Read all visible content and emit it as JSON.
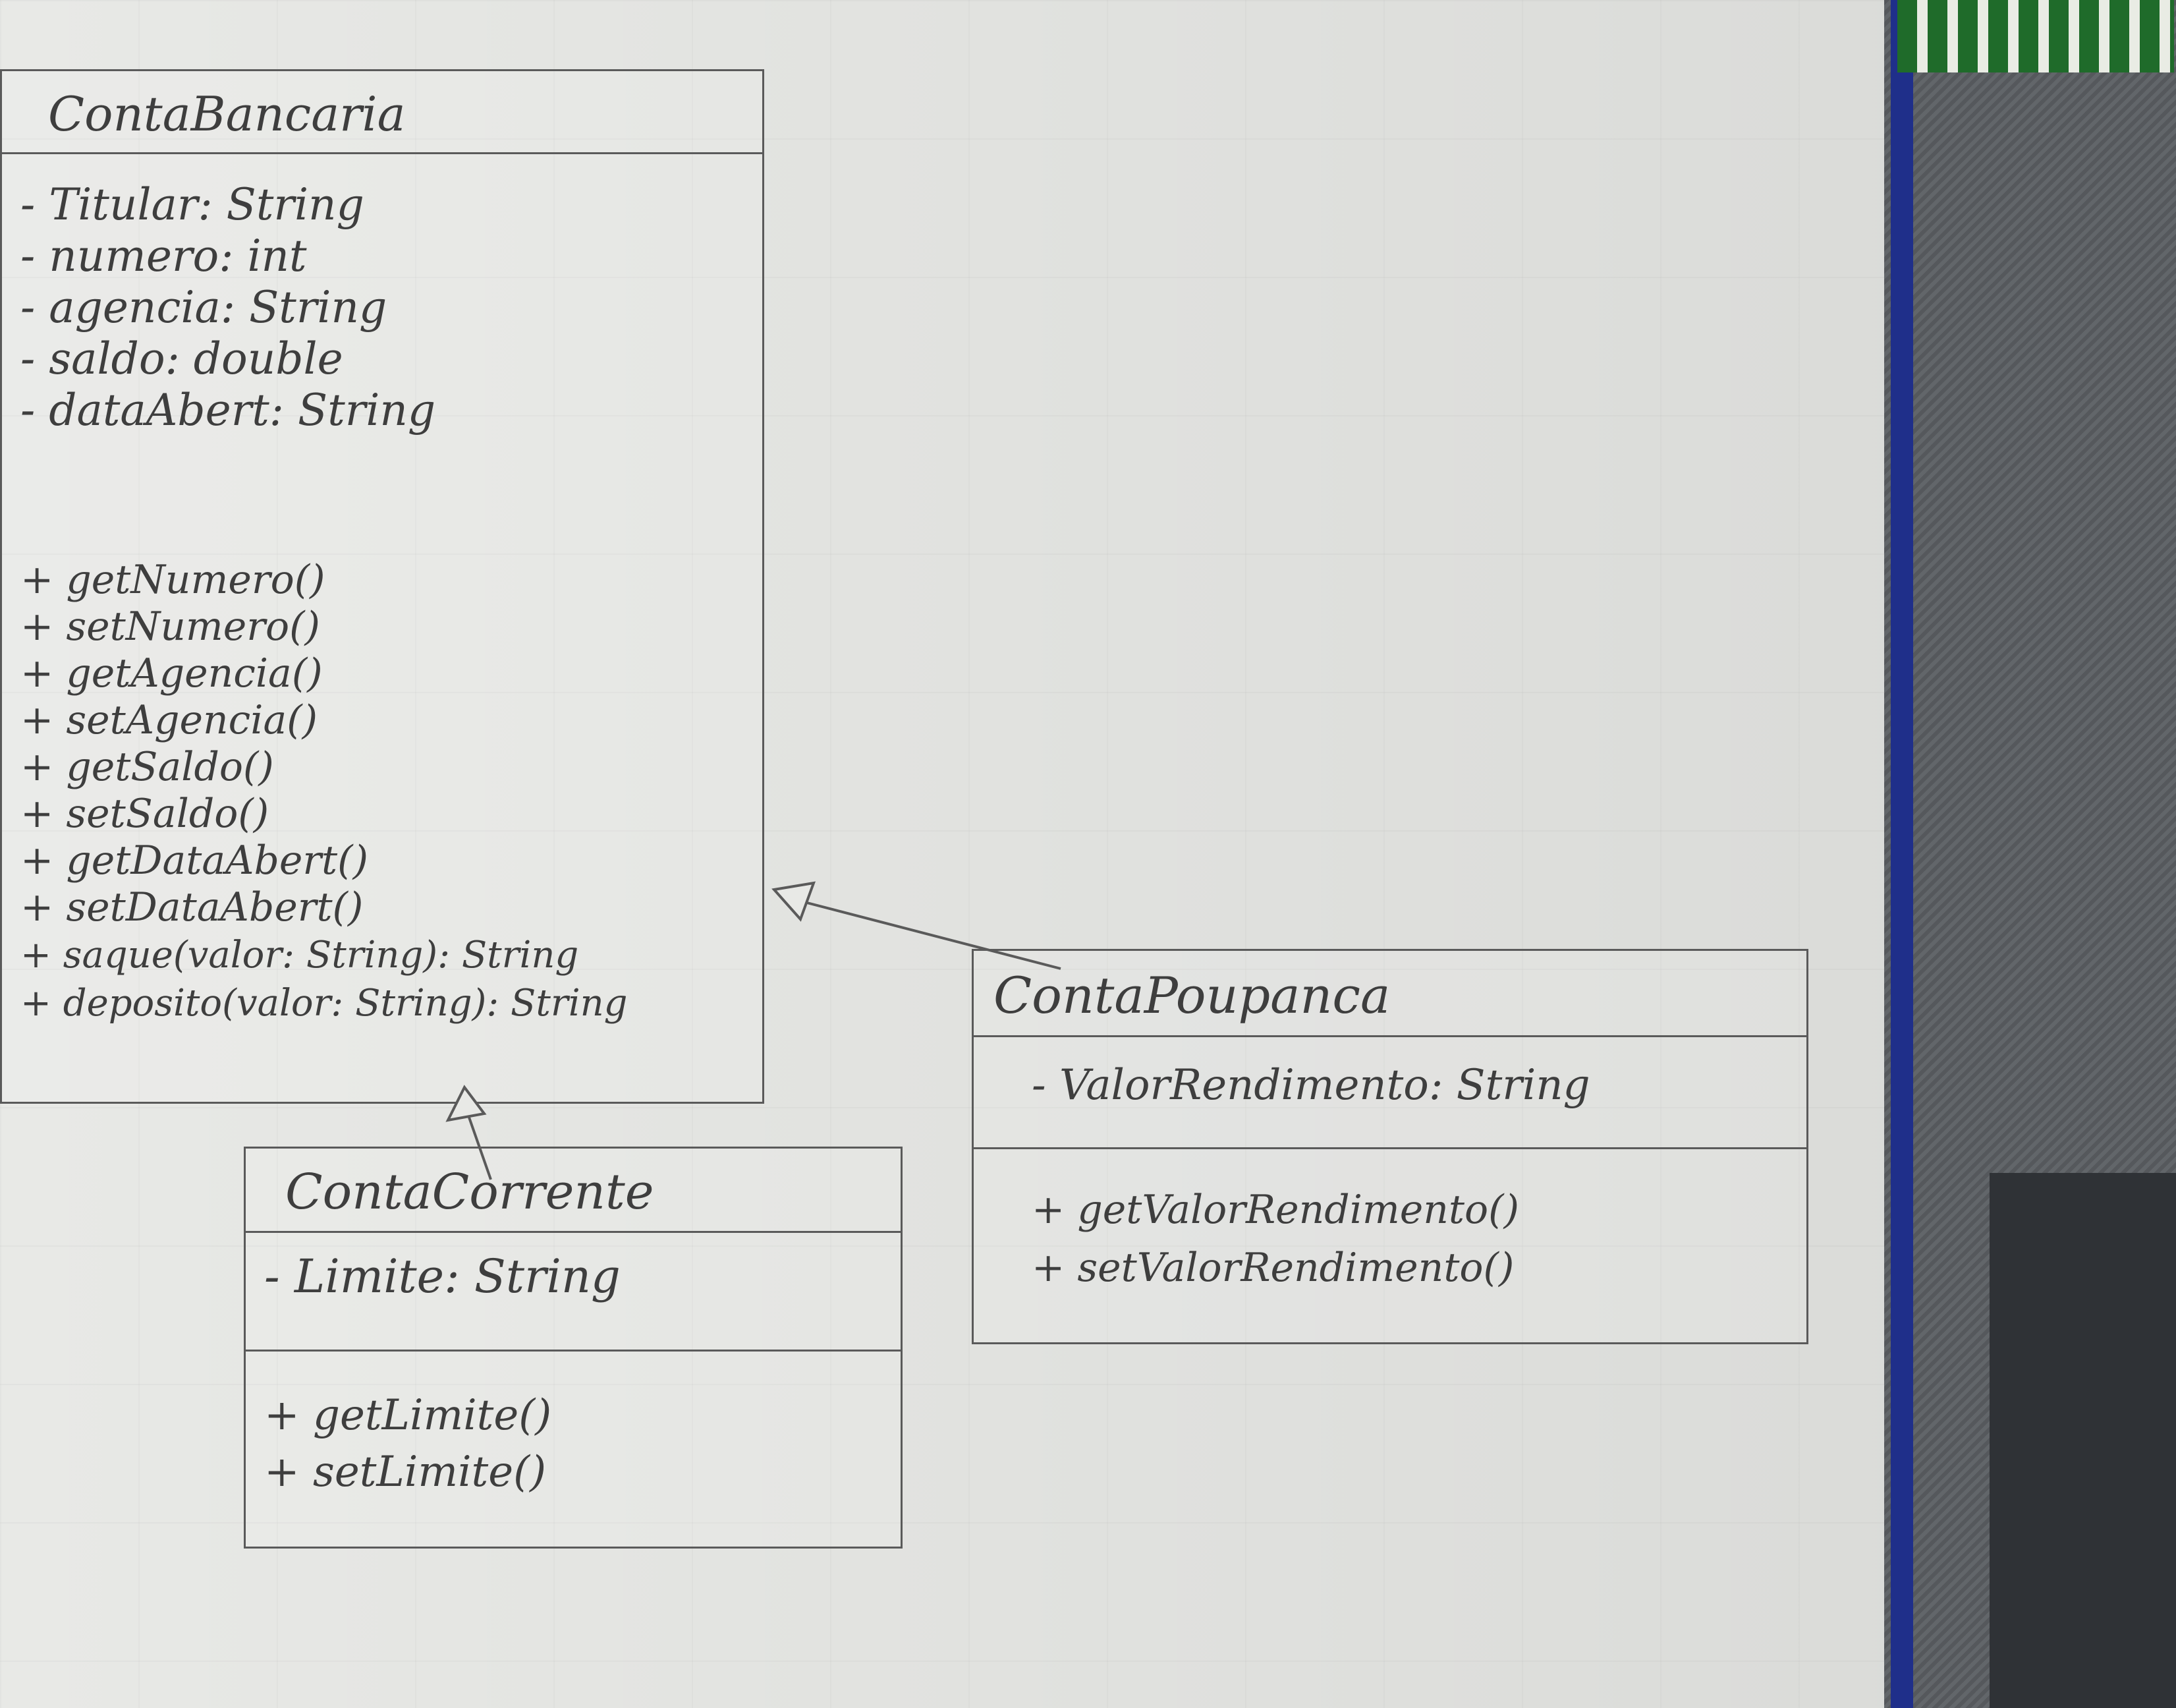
{
  "diagram": {
    "classes": [
      {
        "id": "ContaBancaria",
        "name": "ContaBancaria",
        "attributes": [
          "- Titular: String",
          "- numero: int",
          "- agencia: String",
          "- saldo: double",
          "- dataAbert: String"
        ],
        "operations": [
          "+ getNumero()",
          "+ setNumero()",
          "+ getAgencia()",
          "+ setAgencia()",
          "+ getSaldo()",
          "+ setSaldo()",
          "+ getDataAbert()",
          "+ setDataAbert()",
          "+ saque(valor: String): String",
          "+ deposito(valor: String): String"
        ]
      },
      {
        "id": "ContaCorrente",
        "name": "ContaCorrente",
        "attributes": [
          "- Limite: String"
        ],
        "operations": [
          "+ getLimite()",
          "+ setLimite()"
        ]
      },
      {
        "id": "ContaPoupanca",
        "name": "ContaPoupanca",
        "attributes": [
          "- ValorRendimento: String"
        ],
        "operations": [
          "+ getValorRendimento()",
          "+ setValorRendimento()"
        ]
      }
    ],
    "relationships": [
      {
        "type": "inheritance",
        "from": "ContaCorrente",
        "to": "ContaBancaria"
      },
      {
        "type": "inheritance",
        "from": "ContaPoupanca",
        "to": "ContaBancaria"
      }
    ]
  },
  "colors": {
    "pencil": "#5a5a5a",
    "paper": "#e8e9e6",
    "binder": "#1f2f8a"
  }
}
